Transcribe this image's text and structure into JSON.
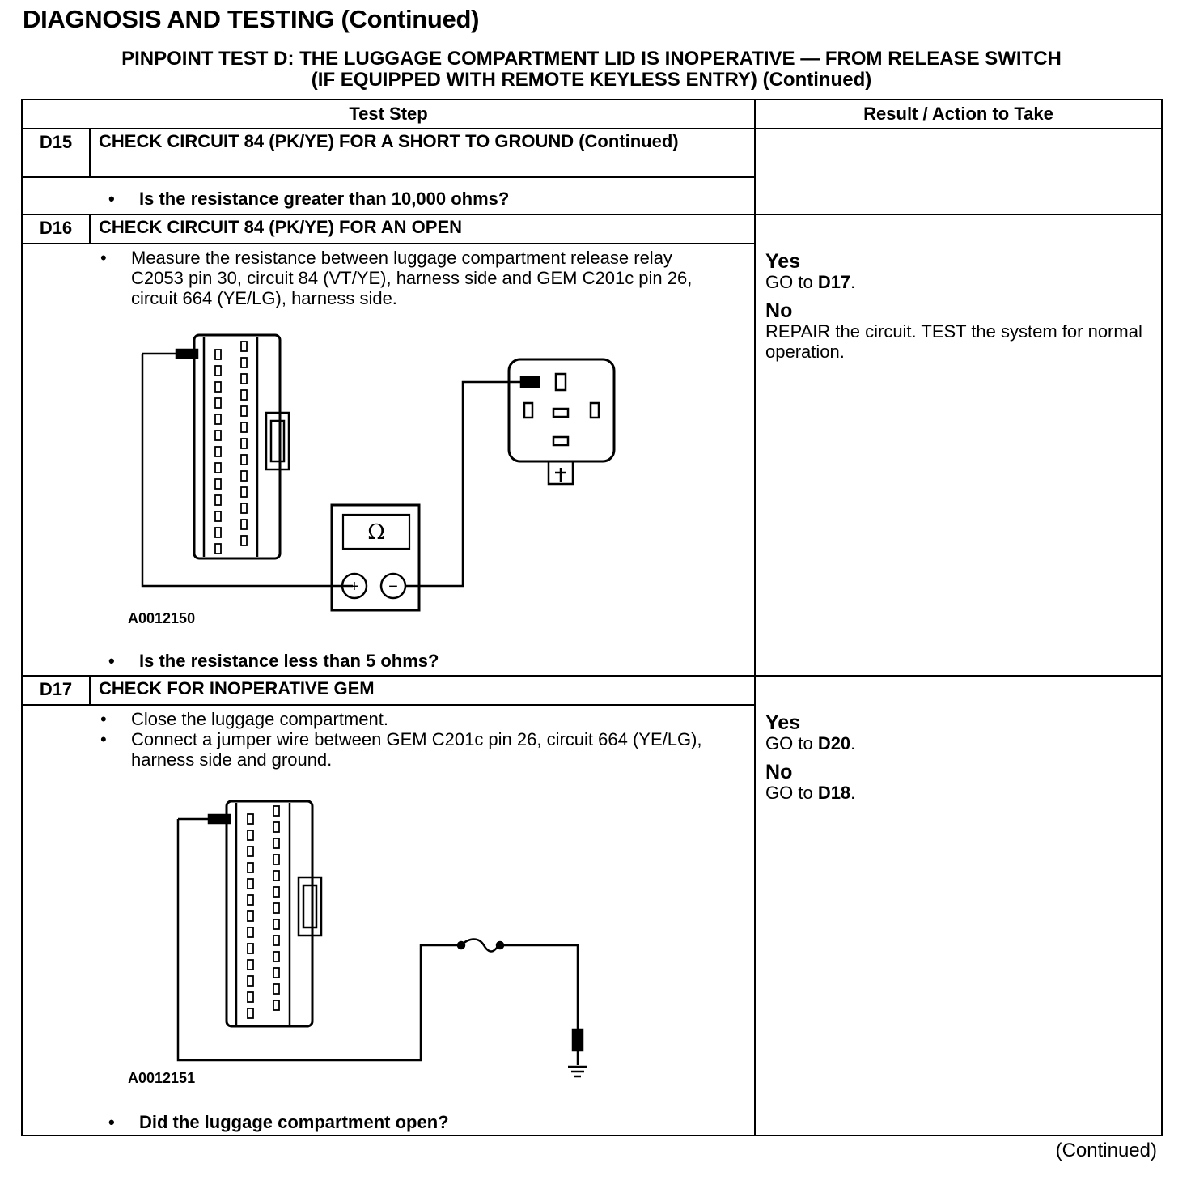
{
  "header": {
    "title": "DIAGNOSIS AND TESTING (Continued)",
    "subtitle_line1": "PINPOINT TEST D: THE LUGGAGE COMPARTMENT LID IS INOPERATIVE — FROM RELEASE SWITCH",
    "subtitle_line2": "(IF EQUIPPED WITH REMOTE KEYLESS ENTRY) (Continued)"
  },
  "table": {
    "col_test_step": "Test Step",
    "col_result": "Result / Action to Take"
  },
  "steps": {
    "d15": {
      "id": "D15",
      "title": "CHECK CIRCUIT 84 (PK/YE) FOR A SHORT TO GROUND (Continued)",
      "question": "Is the resistance greater than 10,000 ohms?"
    },
    "d16": {
      "id": "D16",
      "title": "CHECK CIRCUIT 84 (PK/YE) FOR AN OPEN",
      "bullet1": "Measure the resistance between luggage compartment release relay C2053 pin 30, circuit 84 (VT/YE), harness side and GEM C201c pin 26, circuit 664 (YE/LG), harness side.",
      "figure_id": "A0012150",
      "meter_symbol": "Ω",
      "plus": "+",
      "minus": "−",
      "question": "Is the resistance less than 5 ohms?",
      "yes_label": "Yes",
      "yes_action_pre": "GO to ",
      "yes_action_target": "D17",
      "no_label": "No",
      "no_action": "REPAIR the circuit. TEST the system for normal operation."
    },
    "d17": {
      "id": "D17",
      "title": "CHECK FOR INOPERATIVE GEM",
      "bullet1": "Close the luggage compartment.",
      "bullet2": "Connect a jumper wire between GEM C201c pin 26, circuit 664 (YE/LG), harness side and ground.",
      "figure_id": "A0012151",
      "question": "Did the luggage compartment open?",
      "yes_label": "Yes",
      "yes_action_pre": "GO to ",
      "yes_action_target": "D20",
      "no_label": "No",
      "no_action_pre": "GO to ",
      "no_action_target": "D18"
    }
  },
  "footer": {
    "continued": "(Continued)"
  }
}
